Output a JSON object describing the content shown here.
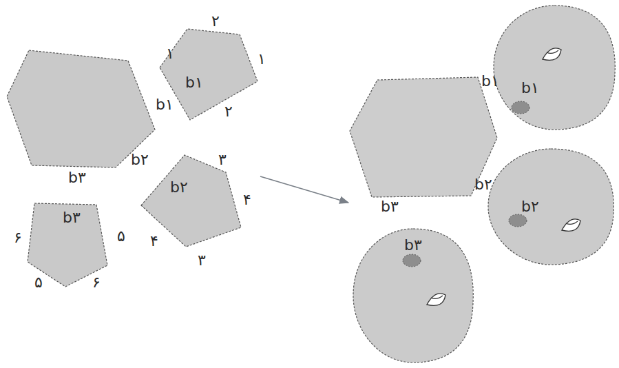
{
  "diagram": {
    "nodes": [
      {
        "text": [
          "b۱"
        ]
      },
      {
        "text": [
          "b۲"
        ]
      },
      {
        "text": [
          "b۳"
        ]
      },
      {
        "text": [
          "b۱"
        ]
      },
      {
        "text": [
          "b۲"
        ]
      },
      {
        "text": [
          "b۳"
        ]
      }
    ],
    "labels": [
      "b۱",
      "b۲",
      "b۳",
      "۱",
      "۲",
      "۱",
      "۲",
      "۳",
      "۴",
      "۳",
      "۴",
      "۶",
      "۵",
      "۵",
      "۶",
      "b۱",
      "b۲",
      "b۳"
    ]
  }
}
